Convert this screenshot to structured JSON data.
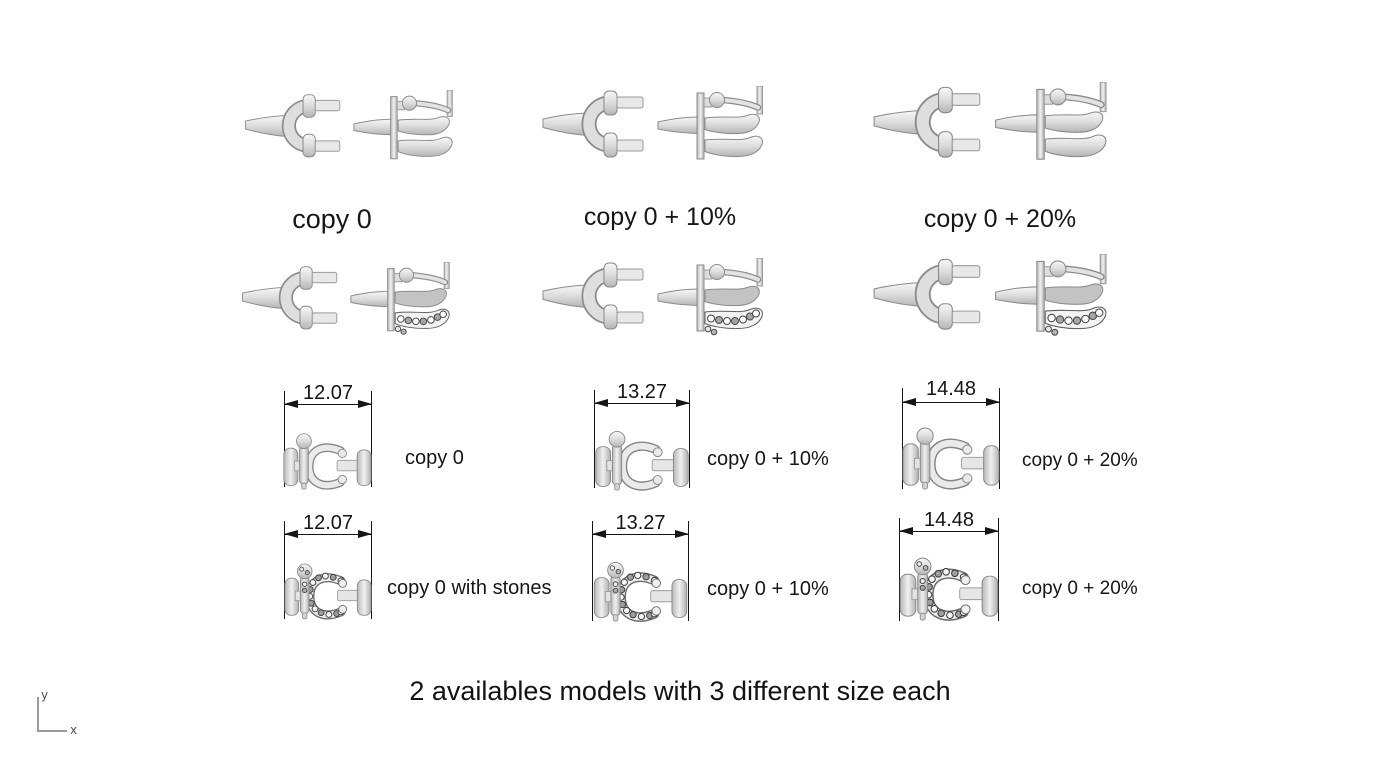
{
  "viewport": {
    "background": "#ffffff",
    "caption": "2 availables models with 3 different size each",
    "axis_indicator": {
      "x_label": "x",
      "y_label": "y"
    }
  },
  "colors": {
    "metal_light": "#f2f2f2",
    "metal_mid": "#d9d9d9",
    "metal_edge": "#8b8b8b",
    "dimension_ink": "#151515",
    "axis_line": "#9b9b9b",
    "axis_text": "#4f4f4f"
  },
  "rows": {
    "side_view": {
      "items": [
        {
          "label": "copy 0"
        },
        {
          "label": "copy 0 + 10%"
        },
        {
          "label": "copy 0 + 20%"
        }
      ]
    },
    "top_view": {
      "items": [
        {
          "dimension": "12.07",
          "label": "copy 0"
        },
        {
          "dimension": "13.27",
          "label": "copy 0 + 10%"
        },
        {
          "dimension": "14.48",
          "label": "copy 0 + 20%"
        }
      ]
    },
    "top_view_with_stones": {
      "items": [
        {
          "dimension": "12.07",
          "label": "copy 0 with stones"
        },
        {
          "dimension": "13.27",
          "label": "copy 0 + 10%"
        },
        {
          "dimension": "14.48",
          "label": "copy 0 + 20%"
        }
      ]
    }
  }
}
